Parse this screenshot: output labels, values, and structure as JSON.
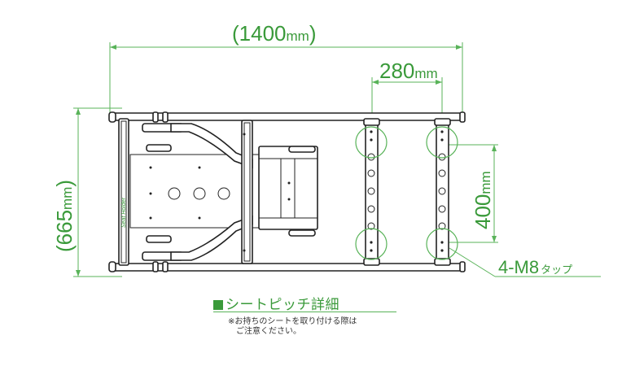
{
  "dimensions": {
    "length": {
      "value": "(1400",
      "unit": "mm",
      "close": ")"
    },
    "pitch_x": {
      "value": "280",
      "unit": "mm"
    },
    "pitch_y": {
      "value": "400",
      "unit": "mm"
    },
    "width": {
      "value": "(665",
      "unit": "mm",
      "close": ")"
    },
    "tap": {
      "value": "4-M8",
      "unit": "タップ"
    }
  },
  "brand_mark": "Seat Holder",
  "caption": {
    "title": "シートピッチ詳細",
    "note_line1": "※お持ちのシートを取り付ける際は",
    "note_line2": "ご注意ください。"
  },
  "colors": {
    "dimension": "#3a9a3a",
    "frame": "#222222"
  }
}
